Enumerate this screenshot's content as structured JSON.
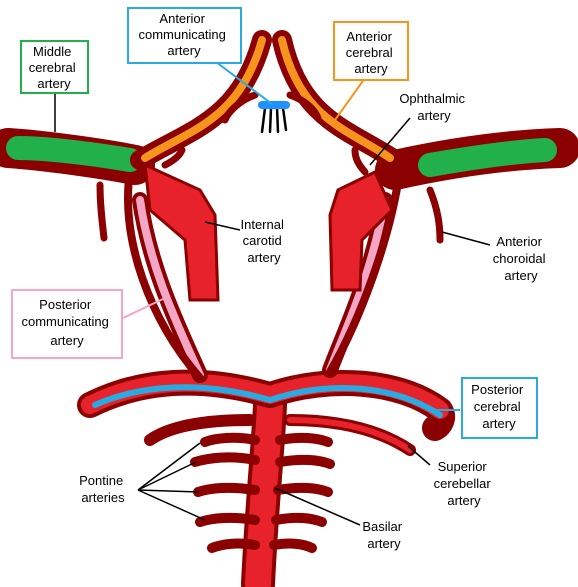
{
  "colors": {
    "artery_fill": "#e8222a",
    "artery_outline": "#8b0000",
    "middle_cerebral": "#22b04b",
    "anterior_cerebral": "#f7941d",
    "anterior_communicating": "#1e90ff",
    "posterior_cerebral": "#29abe2",
    "posterior_communicating": "#f4a6c4",
    "leader_line": "#000000",
    "box_middle_cerebral": "#22b04b",
    "box_anterior_communicating": "#29abe2",
    "box_anterior_cerebral": "#f7941d",
    "box_posterior_communicating": "#f4a6c4",
    "box_posterior_cerebral": "#29abe2"
  },
  "labels": {
    "middle_cerebral": [
      "Middle",
      "cerebral",
      "artery"
    ],
    "anterior_communicating": [
      "Anterior",
      "communicating",
      "artery"
    ],
    "anterior_cerebral": [
      "Anterior",
      "cerebral",
      "artery"
    ],
    "ophthalmic": [
      "Ophthalmic",
      "artery"
    ],
    "internal_carotid": [
      "Internal",
      "carotid",
      "artery"
    ],
    "anterior_choroidal": [
      "Anterior",
      "choroidal",
      "artery"
    ],
    "posterior_communicating": [
      "Posterior",
      "communicating",
      "artery"
    ],
    "posterior_cerebral": [
      "Posterior",
      "cerebral",
      "artery"
    ],
    "superior_cerebellar": [
      "Superior",
      "cerebellar",
      "artery"
    ],
    "pontine": [
      "Pontine",
      "arteries"
    ],
    "basilar": [
      "Basilar",
      "artery"
    ]
  }
}
